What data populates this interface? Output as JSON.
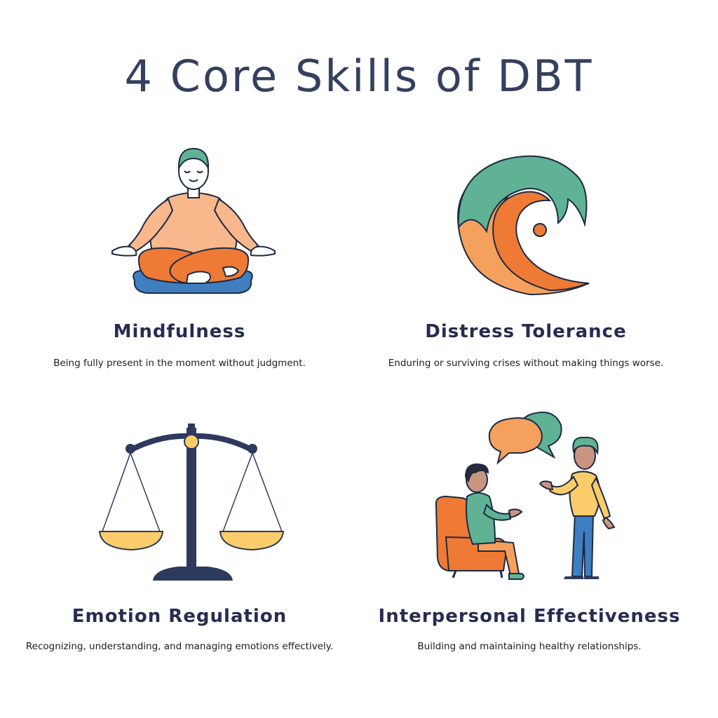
{
  "title": "4 Core Skills of DBT",
  "skills": [
    {
      "name": "Mindfulness",
      "description": "Being fully present in the moment without judgment.",
      "icon": "meditating-person-icon"
    },
    {
      "name": "Distress Tolerance",
      "description": "Enduring or surviving crises without making things worse.",
      "icon": "wave-icon"
    },
    {
      "name": "Emotion Regulation",
      "description": "Recognizing, understanding, and managing emotions effectively.",
      "icon": "balance-scale-icon"
    },
    {
      "name": "Interpersonal Effectiveness",
      "description": "Building and maintaining healthy relationships.",
      "icon": "conversation-icon"
    }
  ],
  "colors": {
    "title": "#34405f",
    "heading": "#262c52",
    "teal": "#5fb394",
    "orange": "#f5a05c",
    "dark_orange": "#ee7a35",
    "blue": "#3f7fc1",
    "navy": "#2d3a5e",
    "yellow": "#fbcd6a"
  }
}
